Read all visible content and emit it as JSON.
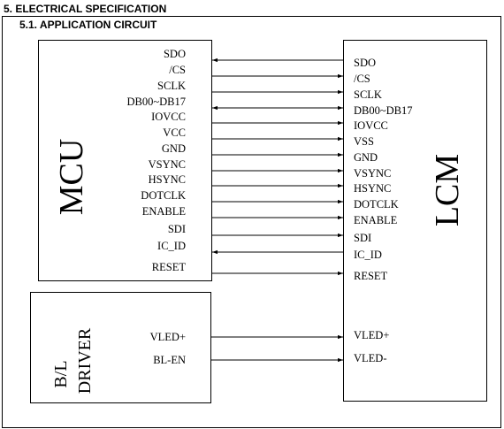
{
  "section_title": "5. ELECTRICAL SPECIFICATION",
  "subsection_title": "5.1. APPLICATION CIRCUIT",
  "blocks": {
    "mcu": "MCU",
    "lcm": "LCM",
    "bl_driver_line1": "B/L",
    "bl_driver_line2": "DRIVER"
  },
  "signals": [
    {
      "mcu": "SDO",
      "lcm": "SDO",
      "dir": "to_mcu"
    },
    {
      "mcu": "/CS",
      "lcm": "/CS",
      "dir": "to_lcm"
    },
    {
      "mcu": "SCLK",
      "lcm": "SCLK",
      "dir": "to_lcm"
    },
    {
      "mcu": "DB00~DB17",
      "lcm": "DB00~DB17",
      "dir": "both"
    },
    {
      "mcu": "IOVCC",
      "lcm": "IOVCC",
      "dir": "to_lcm"
    },
    {
      "mcu": "VCC",
      "lcm": "VSS",
      "dir": "to_lcm"
    },
    {
      "mcu": "GND",
      "lcm": "GND",
      "dir": "to_lcm"
    },
    {
      "mcu": "VSYNC",
      "lcm": "VSYNC",
      "dir": "to_lcm"
    },
    {
      "mcu": "HSYNC",
      "lcm": "HSYNC",
      "dir": "to_lcm"
    },
    {
      "mcu": "DOTCLK",
      "lcm": "DOTCLK",
      "dir": "to_lcm"
    },
    {
      "mcu": "ENABLE",
      "lcm": "ENABLE",
      "dir": "to_lcm"
    },
    {
      "mcu": "SDI",
      "lcm": "SDI",
      "dir": "to_lcm"
    },
    {
      "mcu": "IC_ID",
      "lcm": "IC_ID",
      "dir": "to_mcu"
    },
    {
      "mcu": "RESET",
      "lcm": "RESET",
      "dir": "to_lcm"
    }
  ],
  "backlight_signals": [
    {
      "driver": "VLED+",
      "lcm": "VLED+",
      "dir": "to_lcm"
    },
    {
      "driver": "BL-EN",
      "lcm": "VLED-",
      "dir": "to_lcm"
    }
  ]
}
